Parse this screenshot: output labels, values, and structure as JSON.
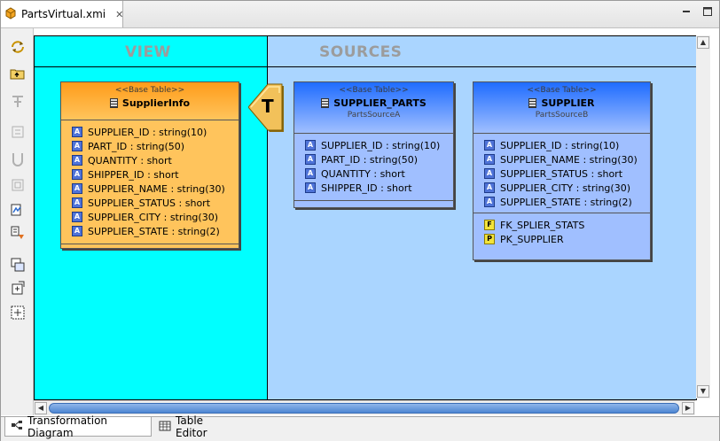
{
  "editor": {
    "tab_label": "PartsVirtual.xmi"
  },
  "diagram": {
    "view_title": "VIEW",
    "sources_title": "SOURCES",
    "transform_label": "T",
    "tables": [
      {
        "stereotype": "<<Base Table>>",
        "name": "SupplierInfo",
        "source": "",
        "columns": [
          "SUPPLIER_ID : string(10)",
          "PART_ID : string(50)",
          "QUANTITY : short",
          "SHIPPER_ID : short",
          "SUPPLIER_NAME : string(30)",
          "SUPPLIER_STATUS : short",
          "SUPPLIER_CITY : string(30)",
          "SUPPLIER_STATE : string(2)"
        ],
        "keys": []
      },
      {
        "stereotype": "<<Base Table>>",
        "name": "SUPPLIER_PARTS",
        "source": "PartsSourceA",
        "columns": [
          "SUPPLIER_ID : string(10)",
          "PART_ID : string(50)",
          "QUANTITY : short",
          "SHIPPER_ID : short"
        ],
        "keys": []
      },
      {
        "stereotype": "<<Base Table>>",
        "name": "SUPPLIER",
        "source": "PartsSourceB",
        "columns": [
          "SUPPLIER_ID : string(10)",
          "SUPPLIER_NAME : string(30)",
          "SUPPLIER_STATUS : short",
          "SUPPLIER_CITY : string(30)",
          "SUPPLIER_STATE : string(2)"
        ],
        "keys": [
          {
            "badge": "F",
            "label": "FK_SPLIER_STATS"
          },
          {
            "badge": "P",
            "label": "PK_SUPPLIER"
          }
        ]
      }
    ]
  },
  "column_badge": "A",
  "bottom_tabs": [
    {
      "label": "Transformation Diagram"
    },
    {
      "label": "Table Editor"
    }
  ],
  "colors": {
    "view_bg": "#00ffff",
    "sources_bg": "#aad5ff",
    "view_table": "#ffc45c",
    "source_table": "#a0bfff",
    "transform_node": "#f2c15a"
  }
}
